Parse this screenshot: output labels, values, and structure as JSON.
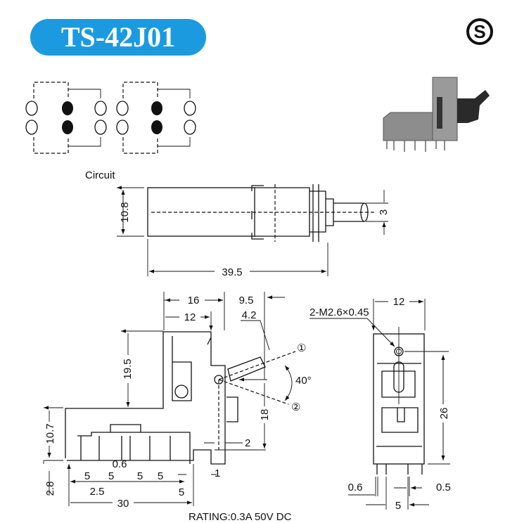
{
  "header": {
    "title": "TS-42J01",
    "logo_letter": "S",
    "accent_color": "#1b9ae0"
  },
  "circuit": {
    "label": "Circuit"
  },
  "side_view": {
    "height": "10.8",
    "shaft": "3",
    "length": "39.5"
  },
  "front_view": {
    "width_16": "16",
    "width_12": "12",
    "offset_9_5": "9.5",
    "lever_4_2": "4.2",
    "height_19_5": "19.5",
    "angle": "40°",
    "position_1": "①",
    "position_2": "②",
    "height_18": "18",
    "height_10_7": "10.7",
    "offset_2": "2",
    "pin_0_6": "0.6",
    "pitch": [
      "5",
      "5",
      "5",
      "5"
    ],
    "pin_1": "1",
    "height_2_8": "2.8",
    "offset_2_5": "2.5",
    "offset_5": "5",
    "total_30": "30"
  },
  "end_view": {
    "width_12": "12",
    "screw": "2-M2.6×0.45",
    "height_26": "26",
    "pin_0_6": "0.6",
    "pin_0_5": "0.5",
    "pitch_5": "5"
  },
  "rating": "RATING:0.3A 50V DC"
}
